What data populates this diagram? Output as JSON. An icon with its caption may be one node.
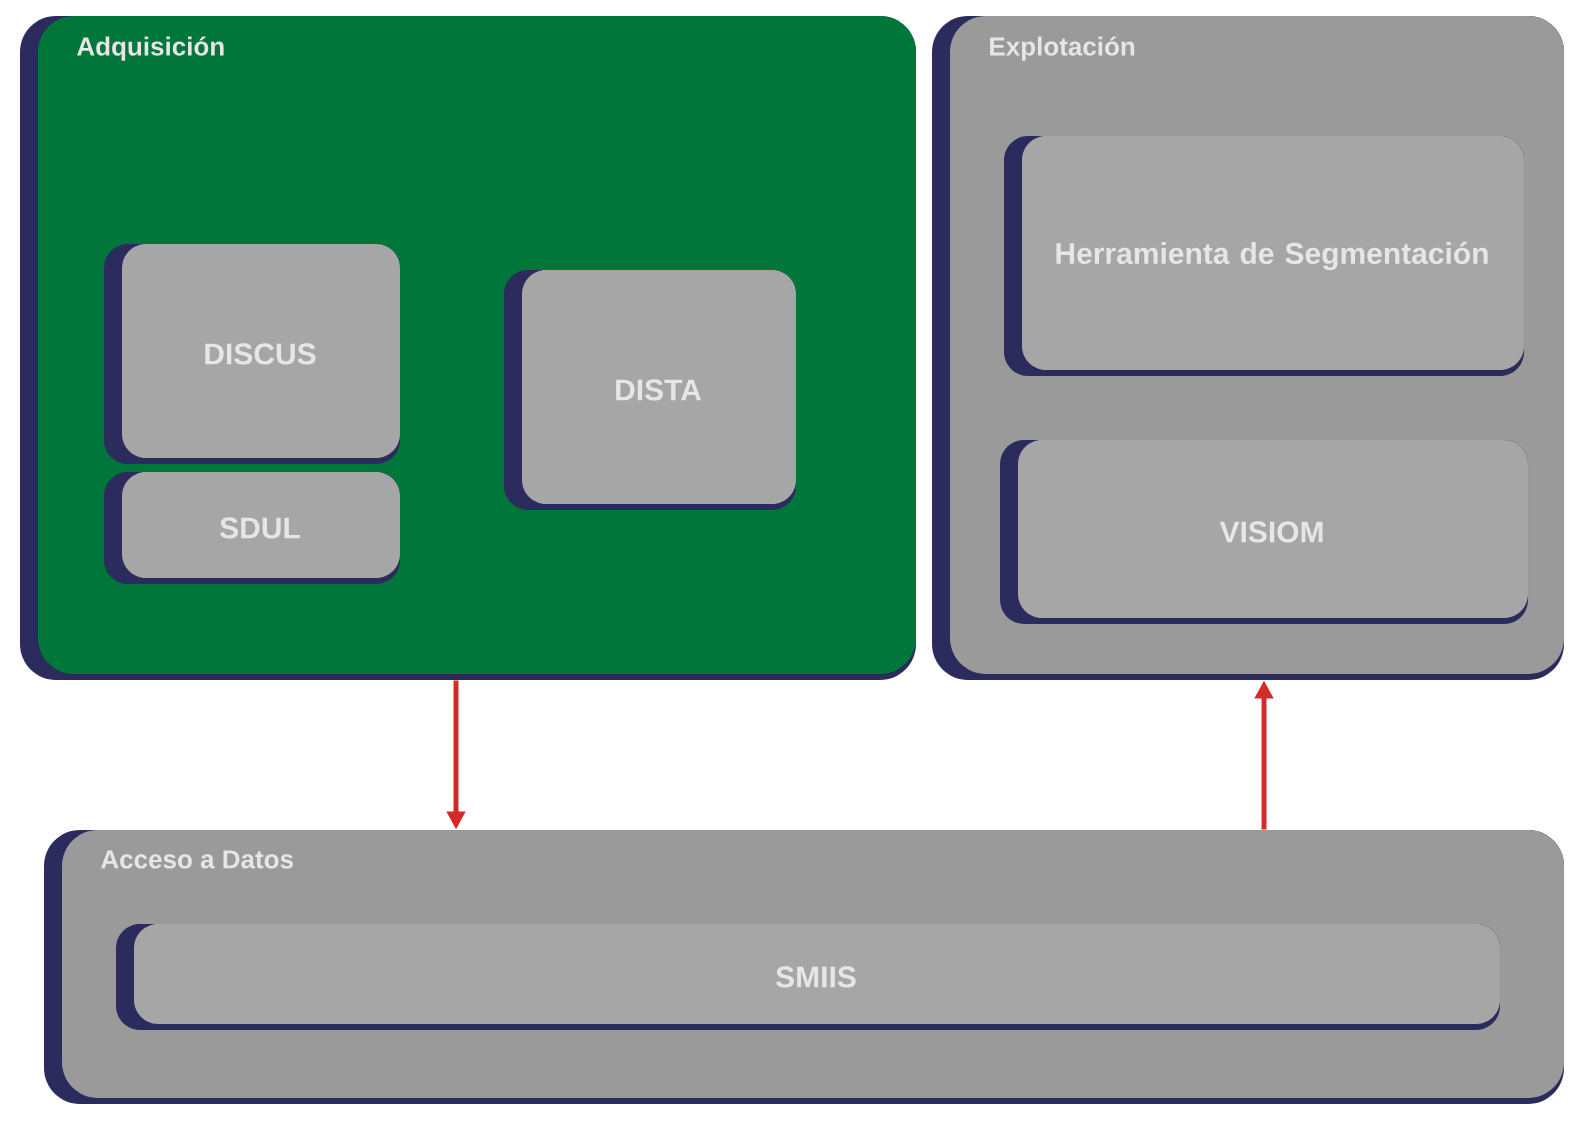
{
  "diagram": {
    "nodes": [
      {
        "text": [
          "Adquisición"
        ]
      },
      {
        "text": [
          "DISCUS"
        ],
        "in": 0
      },
      {
        "text": [
          "SDUL"
        ],
        "in": 0
      },
      {
        "text": [
          "DISTA"
        ],
        "in": 0
      },
      {
        "text": [
          "Explotación"
        ]
      },
      {
        "text": [
          "Herramienta de Segmentación"
        ],
        "in": 4
      },
      {
        "text": [
          "VISIOM"
        ],
        "in": 4
      },
      {
        "text": [
          "Acceso a Datos"
        ]
      },
      {
        "text": [
          "SMIIS"
        ],
        "in": 7
      }
    ],
    "edges": [
      {
        "from": 0,
        "to": 7,
        "arrow": "to"
      },
      {
        "from": 7,
        "to": 4,
        "arrow": "to"
      }
    ]
  }
}
